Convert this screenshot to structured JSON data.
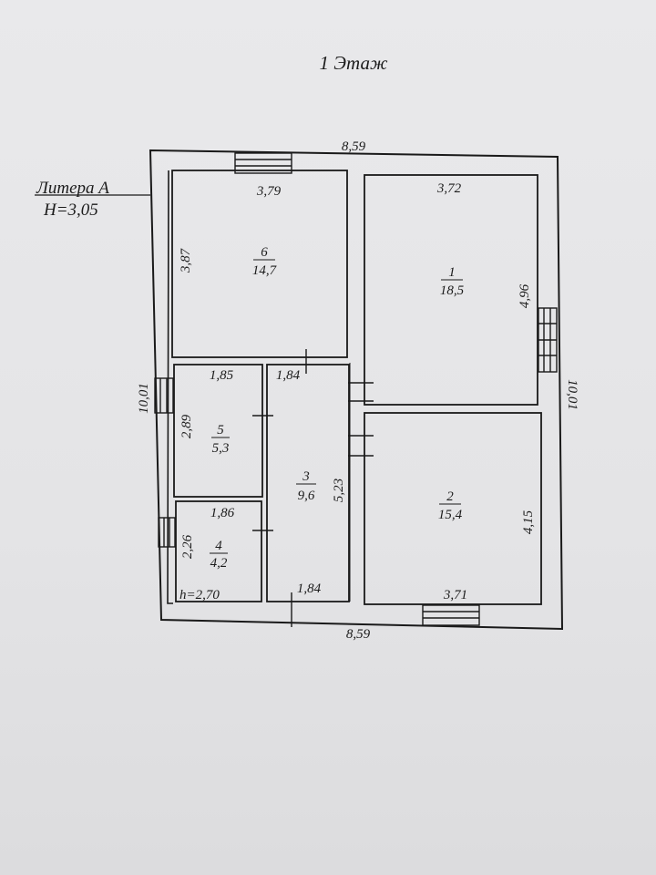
{
  "title": "1 Этаж",
  "litera": {
    "name": "Литера А",
    "height": "H=3,05"
  },
  "room_height_note": "h=2,70",
  "dimensions": {
    "top_total": "8,59",
    "bottom_total": "8,59",
    "left_total": "10,01",
    "right_total": "10,01",
    "room6_width": "3,79",
    "room6_depth": "3,87",
    "room1_width": "3,72",
    "room1_depth": "4,96",
    "room5_width": "1,85",
    "room5_depth": "2,89",
    "room3_width_top": "1,84",
    "room3_width_bottom": "1,84",
    "room3_depth": "5,23",
    "room4_width": "1,86",
    "room4_depth": "2,26",
    "room2_width": "3,71",
    "room2_depth": "4,15"
  },
  "rooms": [
    {
      "number": "6",
      "area": "14,7"
    },
    {
      "number": "1",
      "area": "18,5"
    },
    {
      "number": "5",
      "area": "5,3"
    },
    {
      "number": "3",
      "area": "9,6"
    },
    {
      "number": "4",
      "area": "4,2"
    },
    {
      "number": "2",
      "area": "15,4"
    }
  ]
}
